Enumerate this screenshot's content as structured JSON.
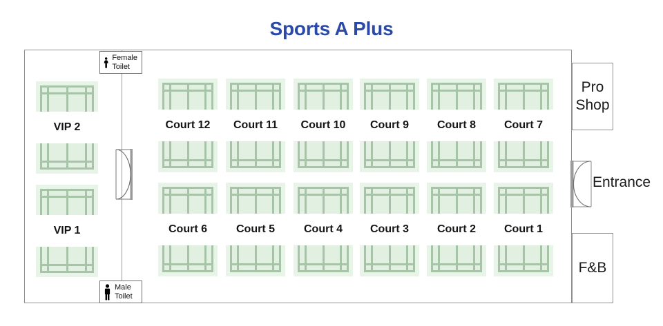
{
  "title": "Sports A Plus",
  "colors": {
    "title": "#2b4aa8",
    "court_fill": "#e2f0e2",
    "court_halo": "#e8f4e8",
    "court_line": "#a8c4a8",
    "wall": "#8f8f8f",
    "label_text": "#141414"
  },
  "courts": {
    "top_row": [
      {
        "label": "Court 12"
      },
      {
        "label": "Court 11"
      },
      {
        "label": "Court 10"
      },
      {
        "label": "Court 9"
      },
      {
        "label": "Court 8"
      },
      {
        "label": "Court 7"
      }
    ],
    "bottom_row": [
      {
        "label": "Court 6"
      },
      {
        "label": "Court 5"
      },
      {
        "label": "Court 4"
      },
      {
        "label": "Court 3"
      },
      {
        "label": "Court 2"
      },
      {
        "label": "Court 1"
      }
    ],
    "vip": [
      {
        "label": "VIP 2"
      },
      {
        "label": "VIP 1"
      }
    ]
  },
  "facilities": {
    "female_toilet": {
      "label": "Female\nToilet",
      "icon": "female-figure-icon"
    },
    "male_toilet": {
      "label": "Male\nToilet",
      "icon": "male-figure-icon"
    },
    "pro_shop": {
      "label": "Pro\nShop"
    },
    "food_and_beverage": {
      "label": "F&B"
    },
    "entrance": {
      "label": "Entrance",
      "icon": "double-door-swing-icon"
    },
    "interior_door": {
      "icon": "double-door-swing-icon"
    }
  }
}
